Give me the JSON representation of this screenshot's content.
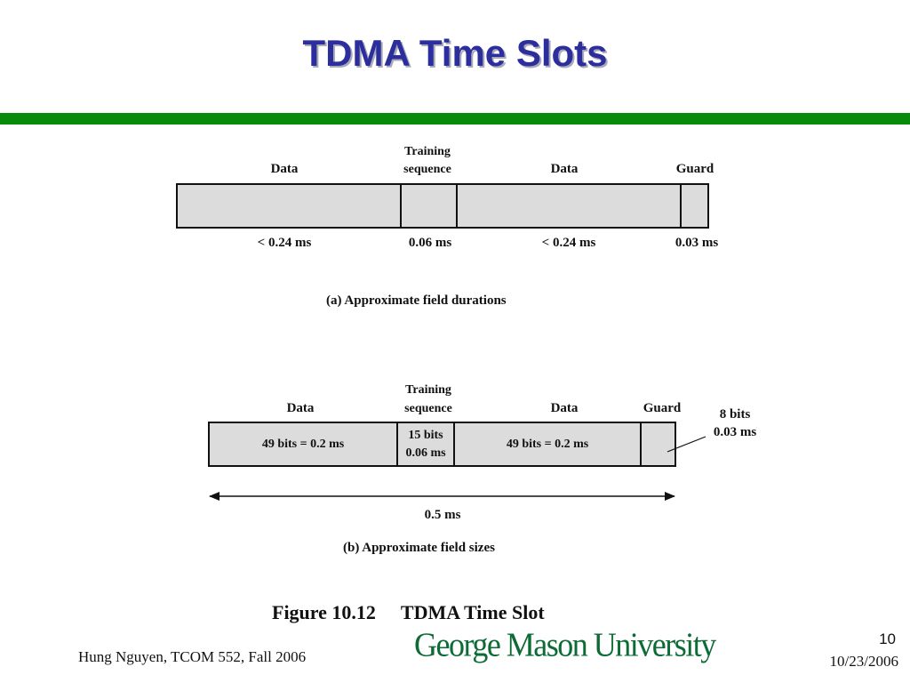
{
  "slide": {
    "title": "TDMA Time Slots"
  },
  "diagram_a": {
    "headers": [
      "Data",
      "Training",
      "sequence",
      "Data",
      "Guard"
    ],
    "durations": [
      "< 0.24 ms",
      "0.06 ms",
      "< 0.24 ms",
      "0.03 ms"
    ],
    "caption": "(a) Approximate field durations"
  },
  "diagram_b": {
    "headers": [
      "Data",
      "Training",
      "sequence",
      "Data",
      "Guard"
    ],
    "fields": [
      "49 bits = 0.2 ms",
      "15 bits",
      "0.06 ms",
      "49 bits = 0.2 ms"
    ],
    "guard_note": [
      "8 bits",
      "0.03 ms"
    ],
    "total": "0.5 ms",
    "caption": "(b) Approximate field sizes"
  },
  "figure": {
    "number": "Figure 10.12",
    "title": "TDMA Time Slot"
  },
  "footer": {
    "author": "Hung Nguyen, TCOM 552, Fall 2006",
    "university": "George Mason University",
    "page": "10",
    "date": "10/23/2006"
  },
  "colors": {
    "title": "#2b2e9c",
    "bar": "#0a8a0a",
    "logo": "#0d6b35",
    "field": "#dcdcdc"
  }
}
